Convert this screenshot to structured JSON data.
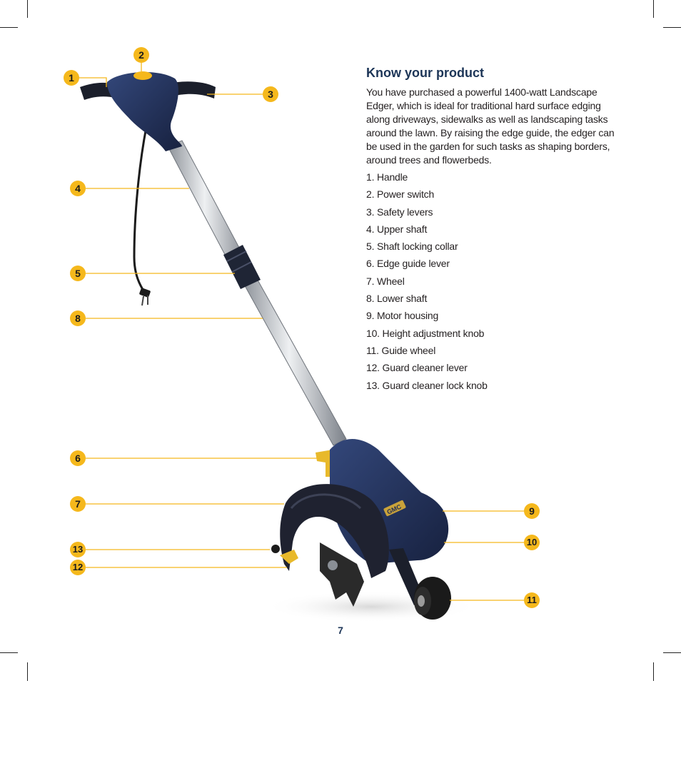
{
  "section": {
    "title": "Know your product",
    "intro": "You have purchased a powerful 1400-watt Landscape Edger, which is ideal for traditional hard surface edging along driveways, sidewalks as well as landscaping tasks around the lawn. By raising the edge guide, the edger can be used in the garden for such tasks as shaping borders, around trees and flowerbeds."
  },
  "parts": [
    "1. Handle",
    "2. Power switch",
    "3. Safety levers",
    "4. Upper shaft",
    "5. Shaft locking collar",
    "6. Edge guide lever",
    "7. Wheel",
    "8. Lower shaft",
    "9. Motor housing",
    "10. Height adjustment knob",
    "11. Guide wheel",
    "12. Guard cleaner lever",
    "13. Guard cleaner lock knob"
  ],
  "callouts": {
    "c1": "1",
    "c2": "2",
    "c3": "3",
    "c4": "4",
    "c5": "5",
    "c6": "6",
    "c7": "7",
    "c8": "8",
    "c9": "9",
    "c10": "10",
    "c11": "11",
    "c12": "12",
    "c13": "13"
  },
  "product_image": {
    "brand_text": "GMC"
  },
  "page_number": "7",
  "colors": {
    "accent": "#f5b81c",
    "heading": "#1c3557",
    "body_text": "#231f20",
    "product_blue": "#1f2d55"
  }
}
